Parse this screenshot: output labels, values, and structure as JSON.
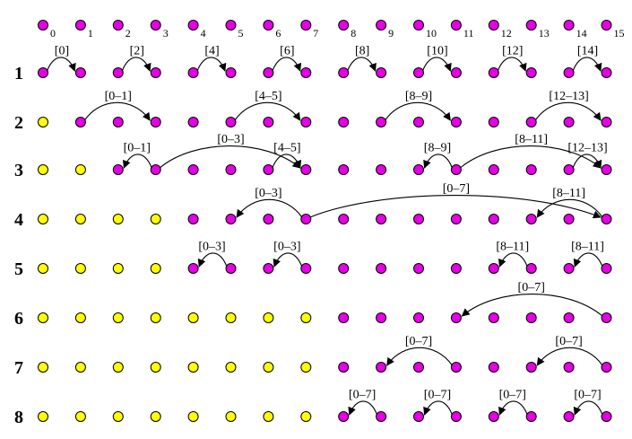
{
  "colors": {
    "active": "#e600e6",
    "done": "#ffff00",
    "stroke": "#000000"
  },
  "indices": [
    "0",
    "1",
    "2",
    "3",
    "4",
    "5",
    "6",
    "7",
    "8",
    "9",
    "10",
    "11",
    "12",
    "13",
    "14",
    "15"
  ],
  "rows": [
    {
      "label": "1",
      "yellow": [],
      "arcs": [
        {
          "from": 0,
          "to": 1,
          "label": "[0]"
        },
        {
          "from": 2,
          "to": 3,
          "label": "[2]"
        },
        {
          "from": 4,
          "to": 5,
          "label": "[4]"
        },
        {
          "from": 6,
          "to": 7,
          "label": "[6]"
        },
        {
          "from": 8,
          "to": 9,
          "label": "[8]"
        },
        {
          "from": 10,
          "to": 11,
          "label": "[10]"
        },
        {
          "from": 12,
          "to": 13,
          "label": "[12]"
        },
        {
          "from": 14,
          "to": 15,
          "label": "[14]"
        }
      ]
    },
    {
      "label": "2",
      "yellow": [
        0
      ],
      "arcs": [
        {
          "from": 1,
          "to": 3,
          "label": "[0–1]"
        },
        {
          "from": 5,
          "to": 7,
          "label": "[4–5]"
        },
        {
          "from": 9,
          "to": 11,
          "label": "[8–9]"
        },
        {
          "from": 13,
          "to": 15,
          "label": "[12–13]"
        }
      ]
    },
    {
      "label": "3",
      "yellow": [
        0,
        1
      ],
      "arcs": [
        {
          "from": 3,
          "to": 2,
          "label": "[0–1]"
        },
        {
          "from": 3,
          "to": 7,
          "label": "[0–3]"
        },
        {
          "from": 6,
          "to": 7,
          "label": "[4–5]"
        },
        {
          "from": 11,
          "to": 10,
          "label": "[8–9]"
        },
        {
          "from": 11,
          "to": 15,
          "label": "[8–11]"
        },
        {
          "from": 14,
          "to": 15,
          "label": "[12–13]"
        }
      ]
    },
    {
      "label": "4",
      "yellow": [
        0,
        1,
        2,
        3
      ],
      "arcs": [
        {
          "from": 7,
          "to": 5,
          "label": "[0–3]"
        },
        {
          "from": 7,
          "to": 15,
          "label": "[0–7]"
        },
        {
          "from": 15,
          "to": 13,
          "label": "[8–11]"
        }
      ]
    },
    {
      "label": "5",
      "yellow": [
        0,
        1,
        2,
        3
      ],
      "arcs": [
        {
          "from": 5,
          "to": 4,
          "label": "[0–3]"
        },
        {
          "from": 7,
          "to": 6,
          "label": "[0–3]"
        },
        {
          "from": 13,
          "to": 12,
          "label": "[8–11]"
        },
        {
          "from": 15,
          "to": 14,
          "label": "[8–11]"
        }
      ]
    },
    {
      "label": "6",
      "yellow": [
        0,
        1,
        2,
        3,
        4,
        5,
        6,
        7
      ],
      "arcs": [
        {
          "from": 15,
          "to": 11,
          "label": "[0–7]"
        }
      ]
    },
    {
      "label": "7",
      "yellow": [
        0,
        1,
        2,
        3,
        4,
        5,
        6,
        7
      ],
      "arcs": [
        {
          "from": 11,
          "to": 9,
          "label": "[0–7]"
        },
        {
          "from": 15,
          "to": 13,
          "label": "[0–7]"
        }
      ]
    },
    {
      "label": "8",
      "yellow": [
        0,
        1,
        2,
        3,
        4,
        5,
        6,
        7
      ],
      "arcs": [
        {
          "from": 9,
          "to": 8,
          "label": "[0–7]"
        },
        {
          "from": 11,
          "to": 10,
          "label": "[0–7]"
        },
        {
          "from": 13,
          "to": 12,
          "label": "[0–7]"
        },
        {
          "from": 15,
          "to": 14,
          "label": "[0–7]"
        }
      ]
    }
  ]
}
